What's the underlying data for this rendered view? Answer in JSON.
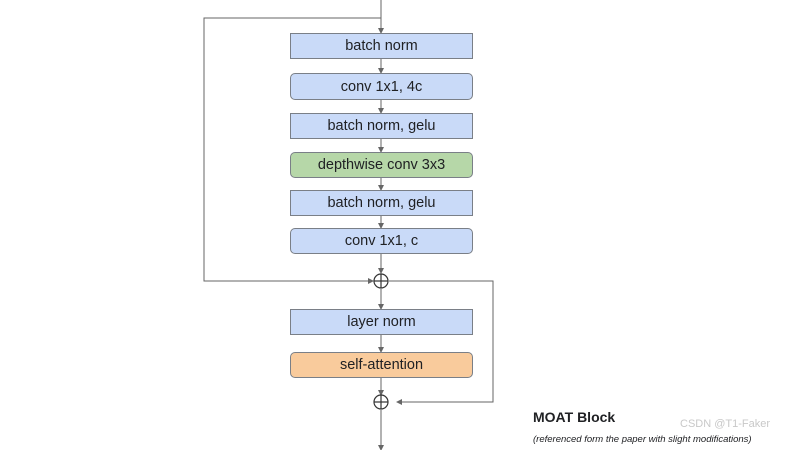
{
  "blocks": [
    {
      "label": "batch norm"
    },
    {
      "label": "conv 1x1, 4c"
    },
    {
      "label": "batch norm, gelu"
    },
    {
      "label": "depthwise conv 3x3"
    },
    {
      "label": "batch norm, gelu"
    },
    {
      "label": "conv 1x1, c"
    },
    {
      "label": "layer norm"
    },
    {
      "label": "self-attention"
    }
  ],
  "colors": {
    "blue_block": "#c9daf8",
    "green_block": "#b6d7a8",
    "orange_block": "#f9cb9c",
    "arrow": "#666666"
  },
  "caption": {
    "title": "MOAT Block",
    "subtitle": "(referenced form the paper with slight modifications)"
  },
  "watermark": "CSDN @T1-Faker"
}
